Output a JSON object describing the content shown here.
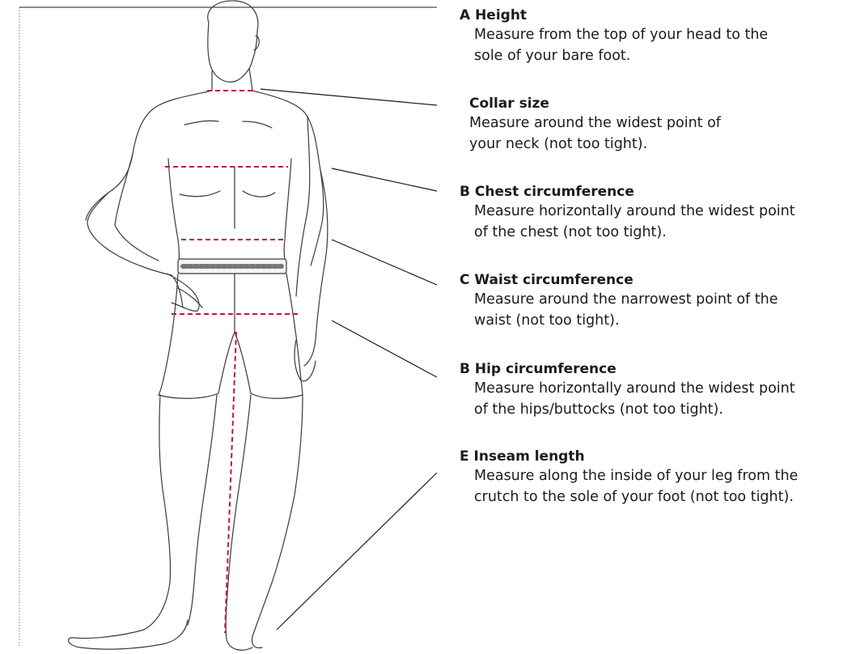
{
  "measurements": [
    {
      "title": "A Height",
      "lines": [
        "Measure from the top of your head to the",
        "sole of your bare foot."
      ]
    },
    {
      "title": "Collar size",
      "lines": [
        "Measure around the widest point of",
        "your neck (not too tight)."
      ]
    },
    {
      "title": "B Chest circumference",
      "lines": [
        "Measure horizontally around the widest point",
        "of the chest (not too tight)."
      ]
    },
    {
      "title": "C Waist circumference",
      "lines": [
        "Measure around the narrowest point of the",
        "waist (not too tight)."
      ]
    },
    {
      "title": "B Hip circumference",
      "lines": [
        "Measure horizontally around the widest point",
        "of the hips/buttocks (not too tight)."
      ]
    },
    {
      "title": "E Inseam length",
      "lines": [
        "Measure along the inside of your leg from the",
        "crutch to the sole of your foot (not too tight)."
      ]
    }
  ],
  "colors": {
    "measure_line": "#c0163c",
    "outline": "#3a3a3a",
    "leader": "#1a1a1a",
    "height_guide": "#777777"
  },
  "icons": {
    "figure": "human-figure-outline"
  }
}
